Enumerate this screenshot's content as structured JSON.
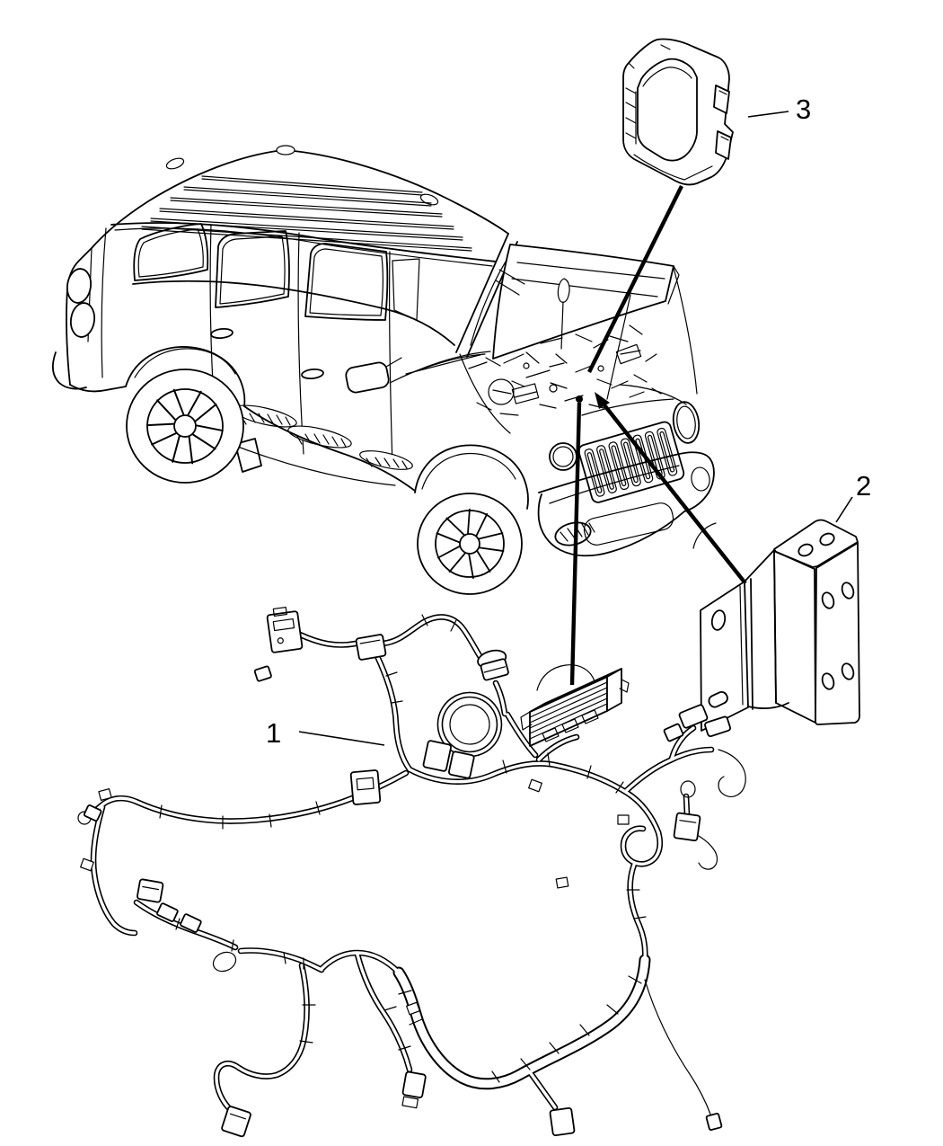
{
  "diagram": {
    "background_color": "#ffffff",
    "line_color": "#000000",
    "callouts": [
      {
        "label": "1"
      },
      {
        "label": "2"
      },
      {
        "label": "3"
      }
    ]
  }
}
